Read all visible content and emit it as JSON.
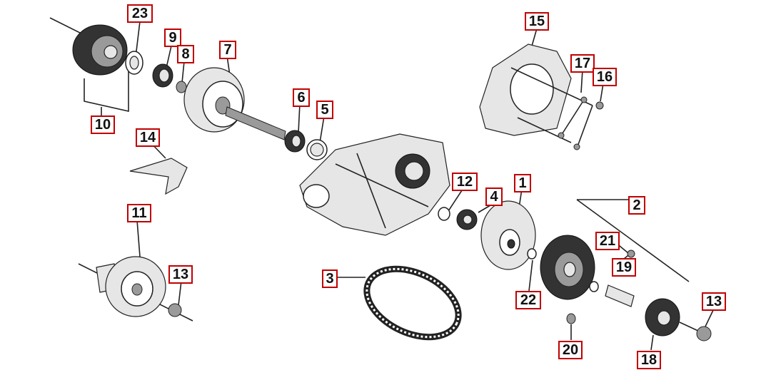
{
  "colors": {
    "callout_border": "#c00000",
    "line": "#222222",
    "background": "#ffffff"
  },
  "callouts": [
    {
      "id": "23",
      "label": "23"
    },
    {
      "id": "9",
      "label": "9"
    },
    {
      "id": "8",
      "label": "8"
    },
    {
      "id": "7",
      "label": "7"
    },
    {
      "id": "10",
      "label": "10"
    },
    {
      "id": "6",
      "label": "6"
    },
    {
      "id": "5",
      "label": "5"
    },
    {
      "id": "14",
      "label": "14"
    },
    {
      "id": "15",
      "label": "15"
    },
    {
      "id": "17",
      "label": "17"
    },
    {
      "id": "16",
      "label": "16"
    },
    {
      "id": "12",
      "label": "12"
    },
    {
      "id": "1",
      "label": "1"
    },
    {
      "id": "4",
      "label": "4"
    },
    {
      "id": "2",
      "label": "2"
    },
    {
      "id": "11",
      "label": "11"
    },
    {
      "id": "21",
      "label": "21"
    },
    {
      "id": "19",
      "label": "19"
    },
    {
      "id": "13a",
      "label": "13"
    },
    {
      "id": "3",
      "label": "3"
    },
    {
      "id": "22",
      "label": "22"
    },
    {
      "id": "13b",
      "label": "13"
    },
    {
      "id": "20",
      "label": "20"
    },
    {
      "id": "18",
      "label": "18"
    }
  ]
}
